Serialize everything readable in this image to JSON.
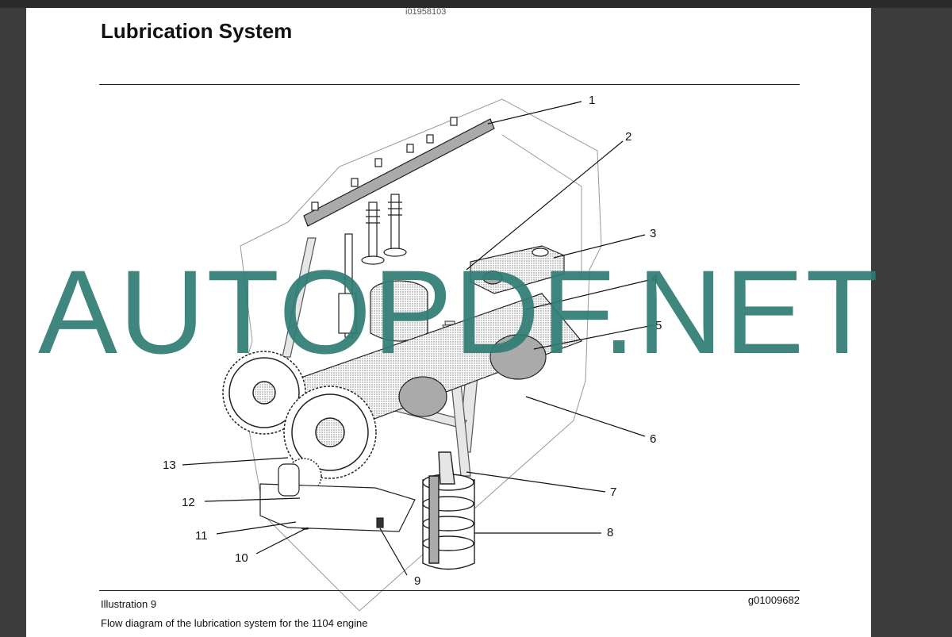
{
  "document": {
    "header_id": "i01958103",
    "title": "Lubrication System",
    "illustration_label": "Illustration 9",
    "graphic_code": "g01009682",
    "caption": "Flow diagram of the lubrication system for the 1104 engine"
  },
  "callouts": [
    "1",
    "2",
    "3",
    "4",
    "5",
    "6",
    "7",
    "8",
    "9",
    "10",
    "11",
    "12",
    "13"
  ],
  "watermark": "AUTOPDF.NET",
  "colors": {
    "page": "#ffffff",
    "viewer_bg": "#3c3c3c",
    "watermark": "#2f7d74",
    "line_art": "#222222"
  }
}
